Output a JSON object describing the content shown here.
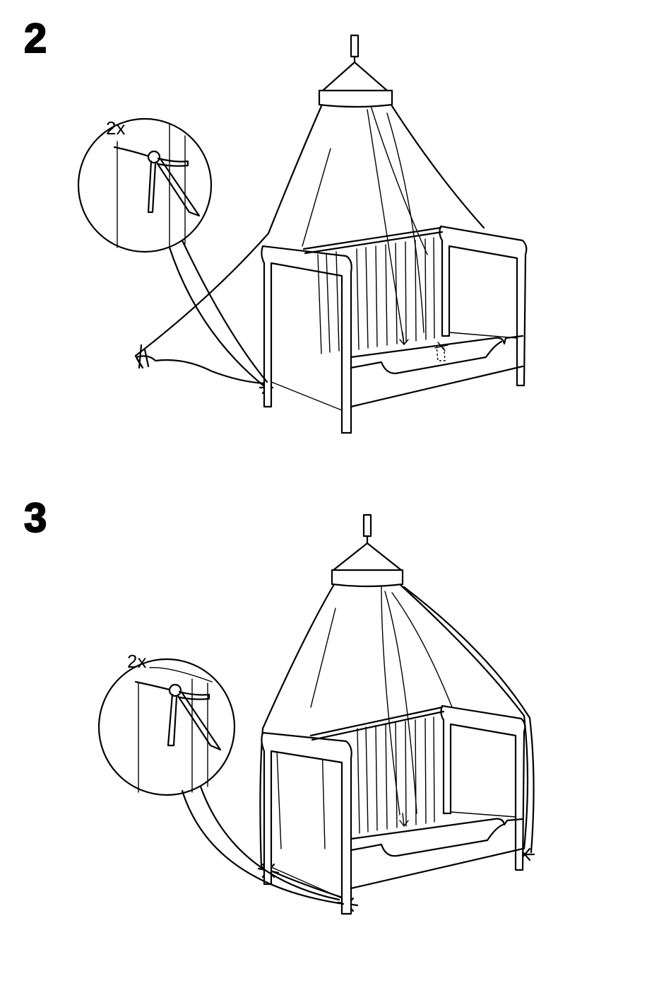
{
  "steps": [
    {
      "number": "2",
      "callout_quantity": "2x"
    },
    {
      "number": "3",
      "callout_quantity": "2x"
    }
  ],
  "icons": {
    "step2": [
      "ceiling-hook-icon",
      "canopy-crown-icon",
      "canopy-net-icon",
      "crib-icon",
      "tie-knot-detail-icon"
    ],
    "step3": [
      "ceiling-hook-icon",
      "canopy-crown-icon",
      "canopy-net-icon",
      "crib-icon",
      "tie-knot-detail-icon"
    ]
  },
  "colors": {
    "ink": "#000000",
    "background": "#ffffff"
  }
}
